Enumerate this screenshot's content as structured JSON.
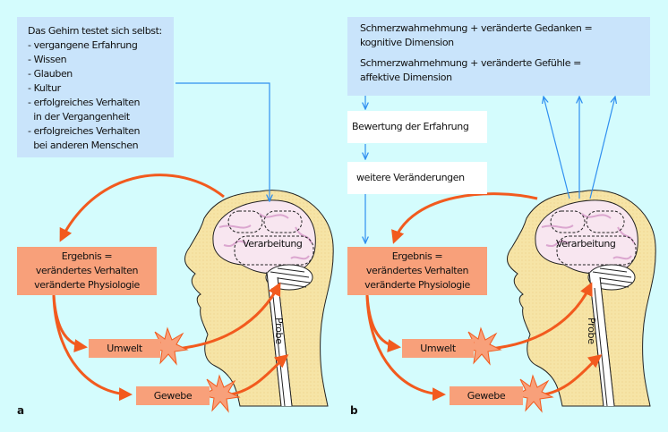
{
  "panel_a": {
    "label": "a",
    "input_box": {
      "title": "Das Gehirn testet sich selbst:",
      "items": [
        "- vergangene Erfahrung",
        "- Wissen",
        "- Glauben",
        "- Kultur",
        "- erfolgreiches Verhalten",
        "  in der Vergangenheit",
        "- erfolgreiches Verhalten",
        "  bei anderen Menschen"
      ]
    },
    "brain_label": "Verarbeitung",
    "probe_label": "Probe",
    "result_box": [
      "Ergebnis =",
      "verändertes Verhalten",
      "veränderte Physiologie"
    ],
    "environment_label": "Umwelt",
    "tissue_label": "Gewebe"
  },
  "panel_b": {
    "label": "b",
    "dimension_box": {
      "cognitive": [
        "Schmerzwahrnehmung + veränderte Gedanken =",
        "kognitive Dimension"
      ],
      "affective": [
        "Schmerzwahrnehmung + veränderte Gefühle =",
        "affektive Dimension"
      ]
    },
    "step1": "Bewertung der Erfahrung",
    "step2": "weitere Veränderungen",
    "brain_label": "Verarbeitung",
    "probe_label": "Probe",
    "result_box": [
      "Ergebnis =",
      "verändertes Verhalten",
      "veränderte Physiologie"
    ],
    "environment_label": "Umwelt",
    "tissue_label": "Gewebe"
  },
  "colors": {
    "background": "#d4fcfd",
    "info_box": "#c9e4fb",
    "result_box": "#f8a07a",
    "orange_arrow": "#f25a1e",
    "blue_arrow": "#2f8ff0",
    "head": "#f6e4a6",
    "brain": "#f8e6f0"
  }
}
